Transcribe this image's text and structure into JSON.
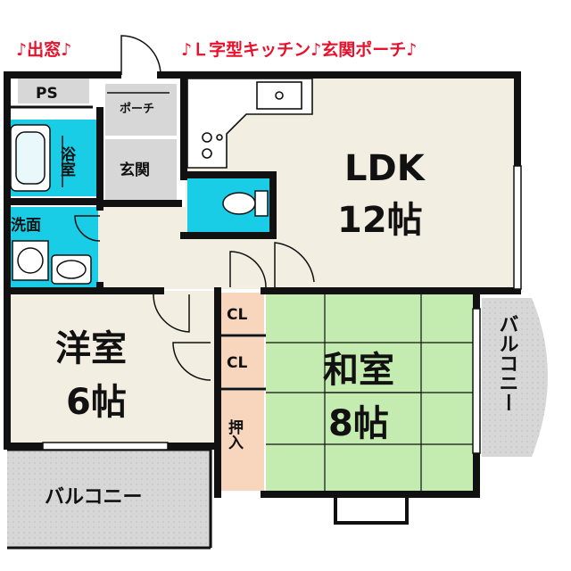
{
  "features": {
    "bay_window": "♪出窓♪",
    "l_kitchen": "♪Ｌ字型キッチン♪玄関ポーチ♪"
  },
  "rooms": {
    "ldk_name": "LDK",
    "ldk_size": "12帖",
    "western_name": "洋室",
    "western_size": "6帖",
    "japanese_name": "和室",
    "japanese_size": "8帖",
    "balcony_bottom": "バルコニー",
    "balcony_right": "バルコニー",
    "bath": "浴室",
    "washroom": "洗面",
    "entrance": "玄関",
    "porch": "ポーチ",
    "ps": "PS",
    "closet_1": "CL",
    "closet_2": "CL",
    "oshiire": "押入"
  },
  "colors": {
    "wall": "#111111",
    "ldk_floor": "#f3eee2",
    "tatami": "#c4ecb0",
    "wet_area": "#19cde6",
    "closet": "#f7d6bd",
    "balcony": "#d7d7d7",
    "feature_text": "#e8102a"
  }
}
